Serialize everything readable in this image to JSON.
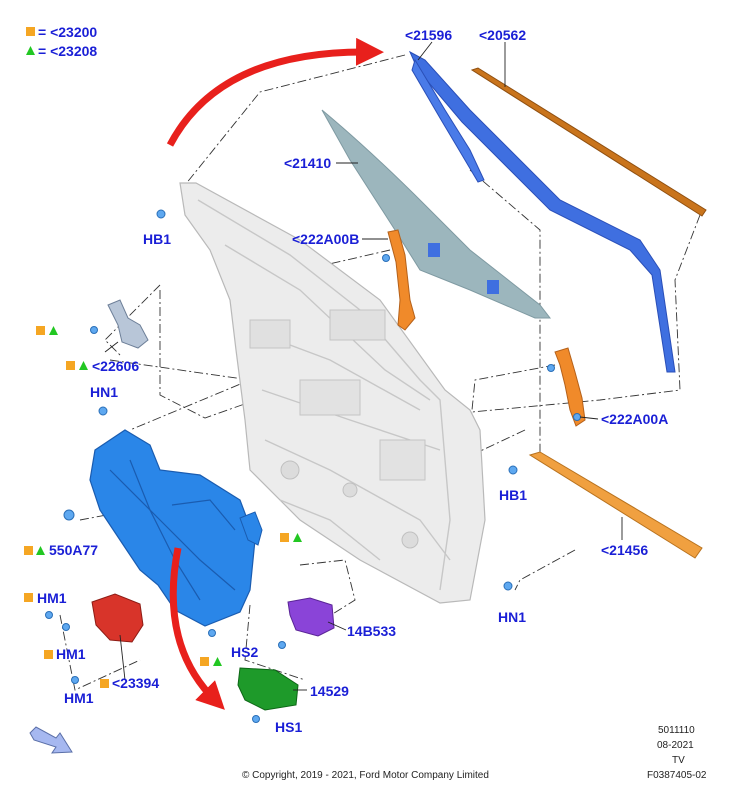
{
  "legend": {
    "square_label": "= <23200",
    "triangle_label": "= <23208"
  },
  "labels": {
    "glass_run_upper": "<21596",
    "belt_outer": "<20562",
    "glass": "<21410",
    "regulator_bracket_b": "<222A00B",
    "regulator_bracket_a": "<222A00A",
    "belt_inner": "<21456",
    "hinge": "<22606",
    "regulator": "550A77",
    "motor": "<23394",
    "module_14b533": "14B533",
    "module_14529": "14529",
    "hb1_top": "HB1",
    "hb1_right": "HB1",
    "hn1_left": "HN1",
    "hn1_right": "HN1",
    "hm1_a": "HM1",
    "hm1_b": "HM1",
    "hm1_c": "HM1",
    "hs1": "HS1",
    "hs2": "HS2"
  },
  "footer": {
    "doc_number": "5011110",
    "date": "08-2021",
    "code": "TV",
    "figure": "F0387405-02",
    "copyright": "© Copyright, 2019 - 2021, Ford Motor Company Limited"
  },
  "colors": {
    "label_blue": "#1a1fd6",
    "legend_square": "#f5a623",
    "legend_triangle": "#22c722",
    "arrow_red": "#e8201c",
    "glass_run": "#3f6fe0",
    "belt_outer": "#c9741c",
    "glass": "#9cb6bd",
    "bracket": "#f08a2a",
    "regulator": "#2a86e8",
    "motor": "#d8342a",
    "module_purple": "#8a44d8",
    "module_green": "#1e9a2a",
    "door_frame": "#ececec"
  }
}
